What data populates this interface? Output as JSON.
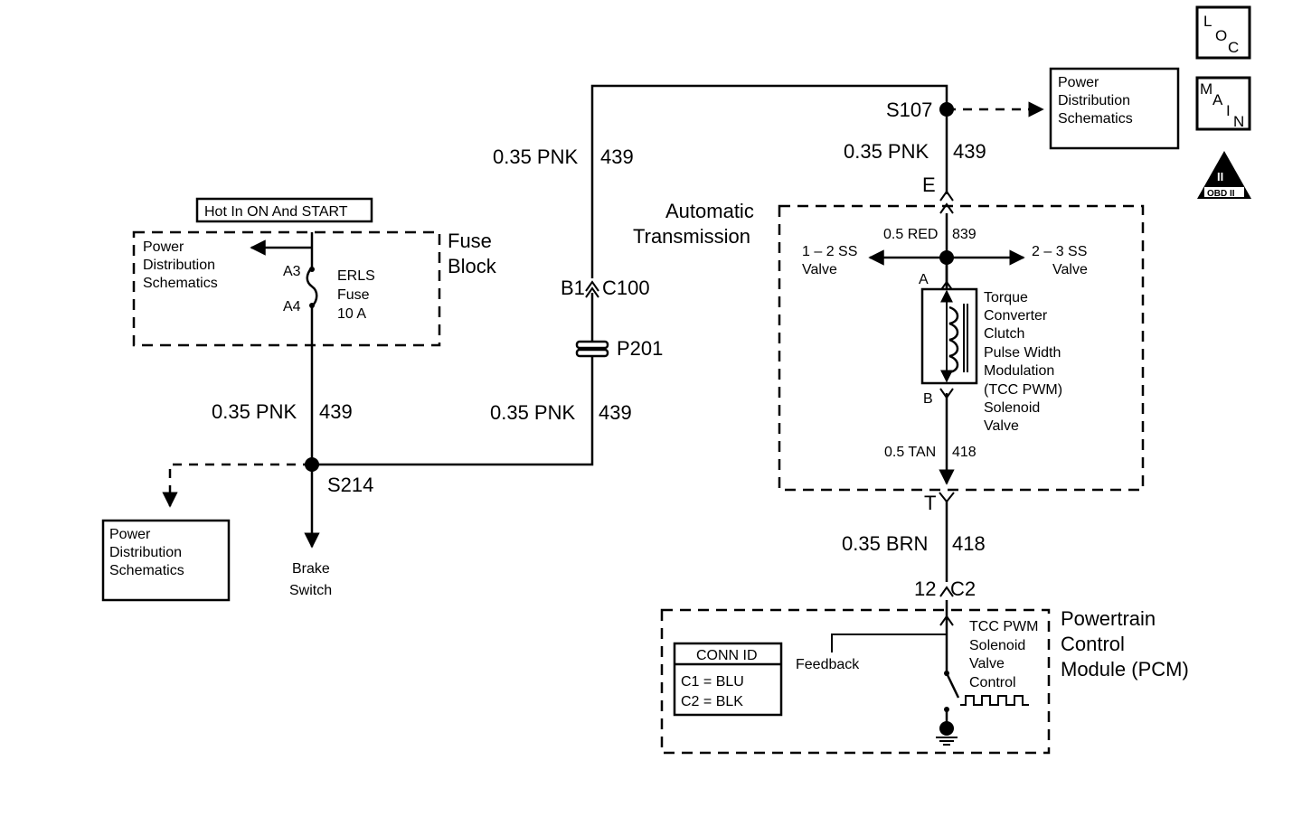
{
  "fuse_block": {
    "hot_label": "Hot In ON And START",
    "pds": [
      "Power",
      "Distribution",
      "Schematics"
    ],
    "pin_a3": "A3",
    "pin_a4": "A4",
    "fuse": [
      "ERLS",
      "Fuse",
      "10 A"
    ],
    "title": [
      "Fuse",
      "Block"
    ]
  },
  "wires": {
    "w1_gauge": "0.35 PNK",
    "w1_circuit": "439",
    "w2_gauge": "0.35 PNK",
    "w2_circuit": "439",
    "w3_gauge": "0.35 PNK",
    "w3_circuit": "439",
    "w4_gauge": "0.35 PNK",
    "w4_circuit": "439",
    "w5_gauge": "0.35 BRN",
    "w5_circuit": "418"
  },
  "splices": {
    "s214": "S214",
    "s107": "S107"
  },
  "connectors": {
    "c100_pin": "B1",
    "c100": "C100",
    "p201": "P201",
    "trans_in": "E",
    "trans_out": "T",
    "pcm_pin": "12",
    "pcm_conn": "C2",
    "sol_a": "A",
    "sol_b": "B"
  },
  "left_pds_box": [
    "Power",
    "Distribution",
    "Schematics"
  ],
  "right_pds_box": [
    "Power",
    "Distribution",
    "Schematics"
  ],
  "brake_switch": [
    "Brake",
    "Switch"
  ],
  "transmission": {
    "title": [
      "Automatic",
      "Transmission"
    ],
    "red_wire": "0.5 RED",
    "red_circuit": "839",
    "tan_wire": "0.5 TAN",
    "tan_circuit": "418",
    "ss12": [
      "1 – 2 SS",
      "Valve"
    ],
    "ss23": [
      "2 – 3 SS",
      "Valve"
    ],
    "solenoid": [
      "Torque",
      "Converter",
      "Clutch",
      "Pulse Width",
      "Modulation",
      "(TCC PWM)",
      "Solenoid",
      "Valve"
    ]
  },
  "pcm": {
    "title": [
      "Powertrain",
      "Control",
      "Module (PCM)"
    ],
    "feedback": "Feedback",
    "control": [
      "TCC PWM",
      "Solenoid",
      "Valve",
      "Control"
    ],
    "conn_id_title": "CONN ID",
    "conn_id_rows": [
      "C1 = BLU",
      "C2 = BLK"
    ]
  },
  "icons": {
    "loc": [
      "L",
      "O",
      "C"
    ],
    "main": [
      "M",
      "A",
      "I",
      "N"
    ],
    "obd": [
      "II",
      "OBD II"
    ]
  }
}
